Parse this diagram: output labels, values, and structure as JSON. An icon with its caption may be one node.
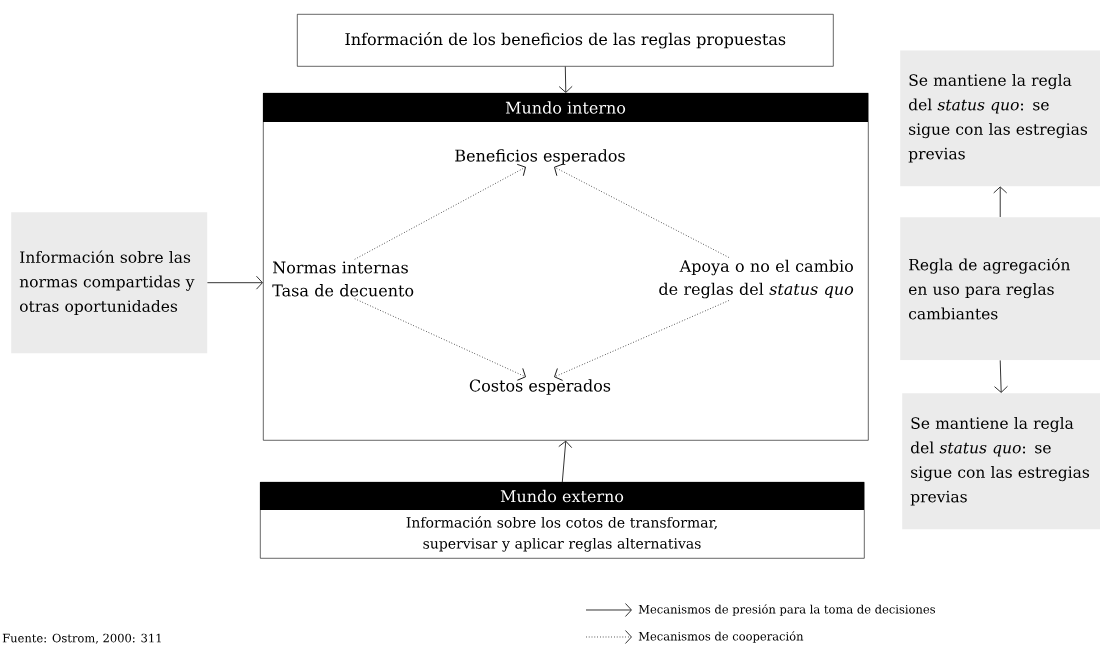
{
  "diagram": {
    "nodes": [
      {
        "text": [
          "Información de los beneficios de las reglas propuestas"
        ]
      },
      {
        "text": [
          "Mundo interno"
        ]
      },
      {
        "text": [
          "Beneficios esperados"
        ],
        "in": 1
      },
      {
        "text": [
          "Normas internas Tasa de decuento"
        ],
        "in": 1
      },
      {
        "text": [
          "Apoya o no el cambio de reglas del *status quo*"
        ],
        "in": 1
      },
      {
        "text": [
          "Costos esperados"
        ],
        "in": 1
      },
      {
        "text": [
          "Información sobre las normas compartidas y otras oportunidades"
        ]
      },
      {
        "text": [
          "Mundo externo",
          "Información sobre los cotos de transformar, supervisar y aplicar reglas alternativas"
        ]
      },
      {
        "text": [
          "Se mantiene la regla del *status quo*: se sigue con las estregias previas"
        ]
      },
      {
        "text": [
          "Regla de agregación en uso para reglas cambiantes"
        ]
      },
      {
        "text": [
          "Se mantiene la regla del *status quo*: se sigue con las estregias previas"
        ]
      }
    ],
    "edges": [
      {
        "from": 0,
        "to": 1,
        "arrow": "to"
      },
      {
        "from": 6,
        "to": 1,
        "arrow": "to"
      },
      {
        "from": 7,
        "to": 1,
        "arrow": "to"
      },
      {
        "from": 3,
        "to": 2,
        "arrow": "to",
        "style": "dashed"
      },
      {
        "from": 4,
        "to": 2,
        "arrow": "to",
        "style": "dashed"
      },
      {
        "from": 3,
        "to": 5,
        "arrow": "to",
        "style": "dashed"
      },
      {
        "from": 4,
        "to": 5,
        "arrow": "to",
        "style": "dashed"
      },
      {
        "from": 9,
        "to": 8,
        "arrow": "to"
      },
      {
        "from": 9,
        "to": 10,
        "arrow": "to"
      }
    ],
    "labels": [
      "Fuente: Ostrom, 2000: 311"
    ],
    "legend": [
      {
        "text": "Mecanismos de presión para la toma de decisiones"
      },
      {
        "text": "Mecanismos de cooperación"
      }
    ]
  }
}
